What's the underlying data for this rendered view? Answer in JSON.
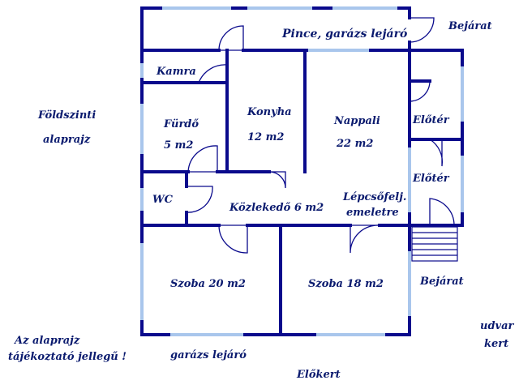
{
  "labels": {
    "pince": "Pince, garázs lejáró",
    "bejarat_top": "Bejárat",
    "kamra": "Kamra",
    "foldszinti": "Földszinti",
    "alaprajz": "alaprajz",
    "furdo": "Fürdő",
    "furdo_area": "5 m2",
    "konyha": "Konyha",
    "konyha_area": "12 m2",
    "nappali": "Nappali",
    "nappali_area": "22 m2",
    "eloter_1": "Előtér",
    "eloter_2": "Előtér",
    "wc": "WC",
    "kozlekedo": "Közlekedő 6 m2",
    "lepcso_1": "Lépcsőfelj.",
    "lepcso_2": "emeletre",
    "szoba_20": "Szoba 20 m2",
    "szoba_18": "Szoba 18 m2",
    "bejarat_right": "Bejárat",
    "udvar": "udvar",
    "kert": "kert",
    "note_1": "Az alaprajz",
    "note_2": "tájékoztató jellegű !",
    "garazs": "garázs lejáró",
    "elokert": "Előkert"
  },
  "colors": {
    "wall": "#0a0a8c",
    "window": "#a9c6ec",
    "text": "#0a1a6e"
  }
}
